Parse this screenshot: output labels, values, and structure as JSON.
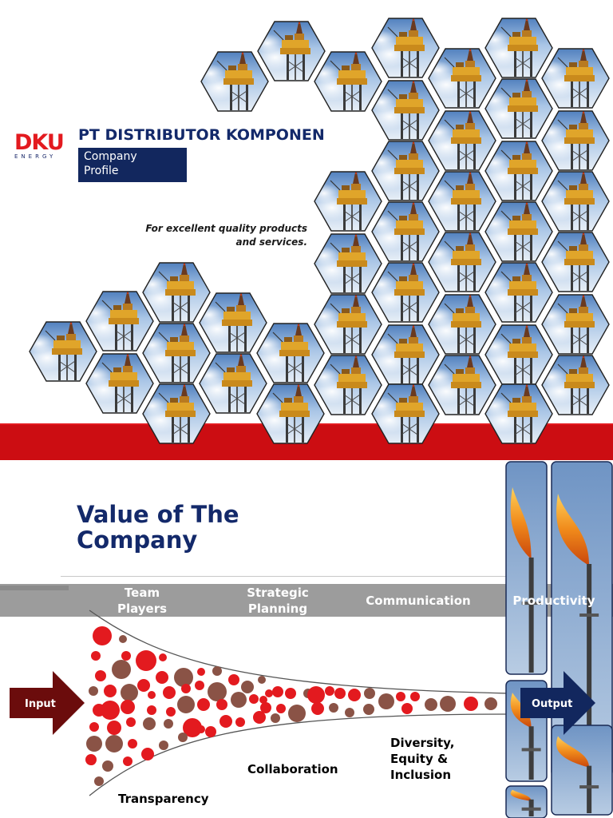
{
  "slide1": {
    "logo": {
      "mark": "DKU",
      "sub": "ENERGY"
    },
    "company_name": "PT DISTRIBUTOR KOMPONEN",
    "profile_line1": "Company",
    "profile_line2": "Profile",
    "tagline_line1": "For excellent quality products",
    "tagline_line2": "and services.",
    "accent_red": "#cc0d12",
    "accent_navy": "#12275e",
    "hex_icon": "offshore-rig-photo"
  },
  "slide2": {
    "title_line1": "Value of The",
    "title_line2": "Company",
    "band": {
      "team": [
        "Team",
        "Players"
      ],
      "strategic": [
        "Strategic",
        "Planning"
      ],
      "communication": "Communication",
      "productivity": "Productivity"
    },
    "bottom": {
      "transparency": "Transparency",
      "collaboration": "Collaboration",
      "diversity": [
        "Diversity,",
        "Equity &",
        "Inclusion"
      ]
    },
    "input_label": "Input",
    "output_label": "Output",
    "input_color": "#6b0c0c",
    "output_color": "#12275e",
    "flare_icon": "gas-flare-photo"
  }
}
